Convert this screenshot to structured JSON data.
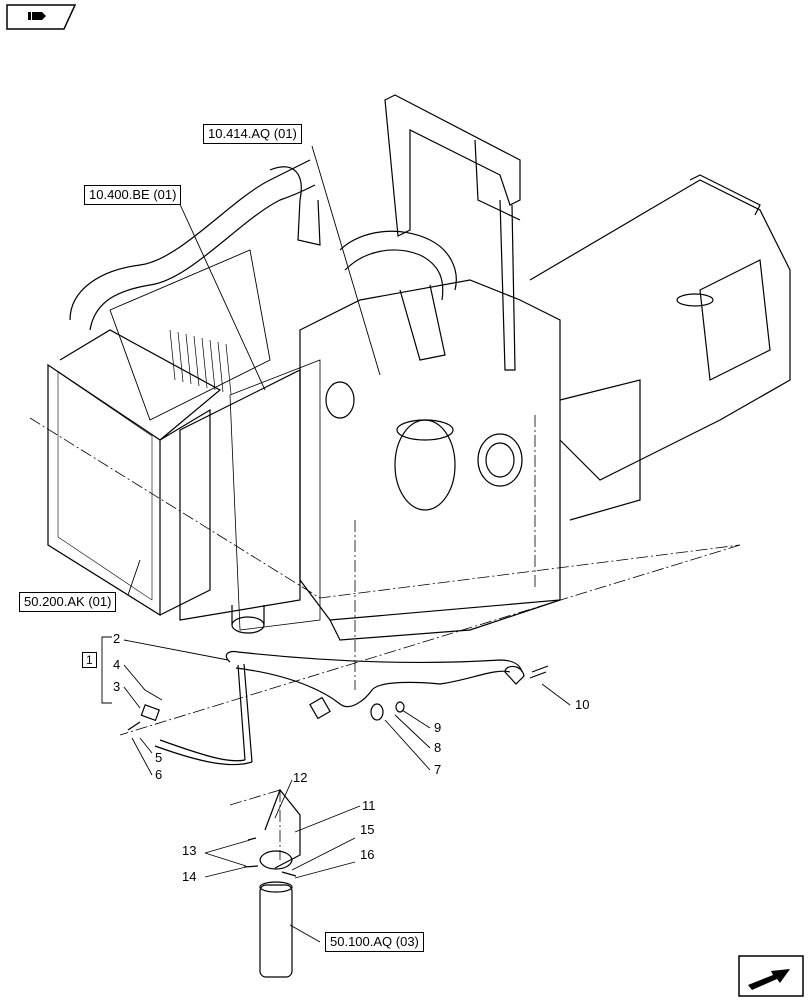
{
  "refs": {
    "r1": "10.414.AQ (01)",
    "r2": "10.400.BE (01)",
    "r3": "50.200.AK (01)",
    "r4": "50.100.AQ (03)"
  },
  "group_label": "1",
  "callouts": [
    "2",
    "4",
    "3",
    "5",
    "6",
    "7",
    "8",
    "9",
    "10",
    "11",
    "12",
    "13",
    "14",
    "15",
    "16"
  ],
  "icons": {
    "top_left": "view-selector-tab-icon",
    "bottom_right": "next-page-arrow-icon"
  }
}
